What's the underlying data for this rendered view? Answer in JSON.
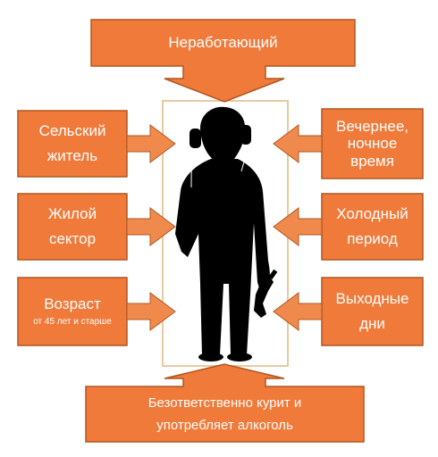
{
  "diagram": {
    "colors": {
      "box": "#F07A3A",
      "arrow": "#F08A4C",
      "border": "#B0561F",
      "frame": "#E8C9A0",
      "figure": "#000000"
    },
    "top": {
      "label": "Неработающий"
    },
    "bottom": {
      "line1": "Безответственно курит и",
      "line2": "употребляет алкоголь"
    },
    "left": [
      {
        "line1": "Сельский",
        "line2": "житель"
      },
      {
        "line1": "Жилой",
        "line2": "сектор"
      },
      {
        "line1": "Возраст",
        "note": "от 45 лет и старше"
      }
    ],
    "right": [
      {
        "line1": "Вечернее,",
        "line2": "ночное",
        "line3": "время"
      },
      {
        "line1": "Холодный",
        "line2": "период"
      },
      {
        "line1": "Выходные",
        "line2": "дни"
      }
    ]
  }
}
